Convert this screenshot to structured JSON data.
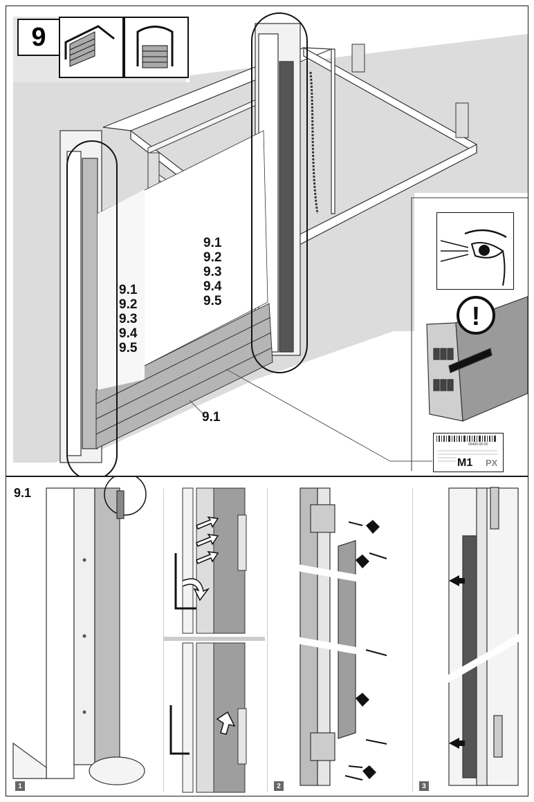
{
  "step": {
    "number": "9"
  },
  "callouts": {
    "left_list": [
      "9.1",
      "9.2",
      "9.3",
      "9.4",
      "9.5"
    ],
    "right_list": [
      "9.1",
      "9.2",
      "9.3",
      "9.4",
      "9.5"
    ],
    "single": "9.1"
  },
  "warning": {
    "symbol": "!"
  },
  "label_plate": {
    "serial": "05400-00-00",
    "model": "M1",
    "suffix": "PX"
  },
  "substep": {
    "title": "9.1",
    "panels": [
      "1",
      "2",
      "3"
    ]
  },
  "icons": [
    "eye-icon",
    "warning-icon",
    "hex-key-icon",
    "arrow-icon",
    "screw-icon"
  ]
}
